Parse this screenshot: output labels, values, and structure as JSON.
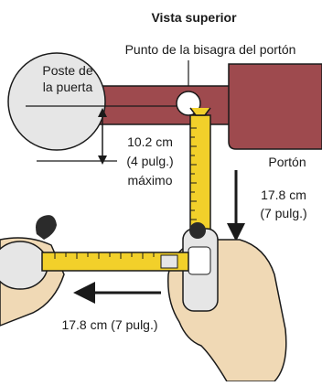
{
  "title": "Vista superior",
  "labels": {
    "hinge_point": "Punto de la bisagra del portón",
    "post_line1": "Poste de",
    "post_line2": "la puerta",
    "max_cm": "10.2 cm",
    "max_in": "(4 pulg.)",
    "max_word": "máximo",
    "gate": "Portón",
    "down_cm": "17.8 cm",
    "down_in": "(7 pulg.)",
    "left_measure": "17.8 cm (7 pulg.)"
  },
  "colors": {
    "post_fill": "#e6e6e6",
    "beam": "#9e4a4e",
    "gate": "#9e4a4e",
    "tape": "#f2d02a",
    "hand": "#f0d9b5",
    "outline": "#1a1a1a"
  }
}
